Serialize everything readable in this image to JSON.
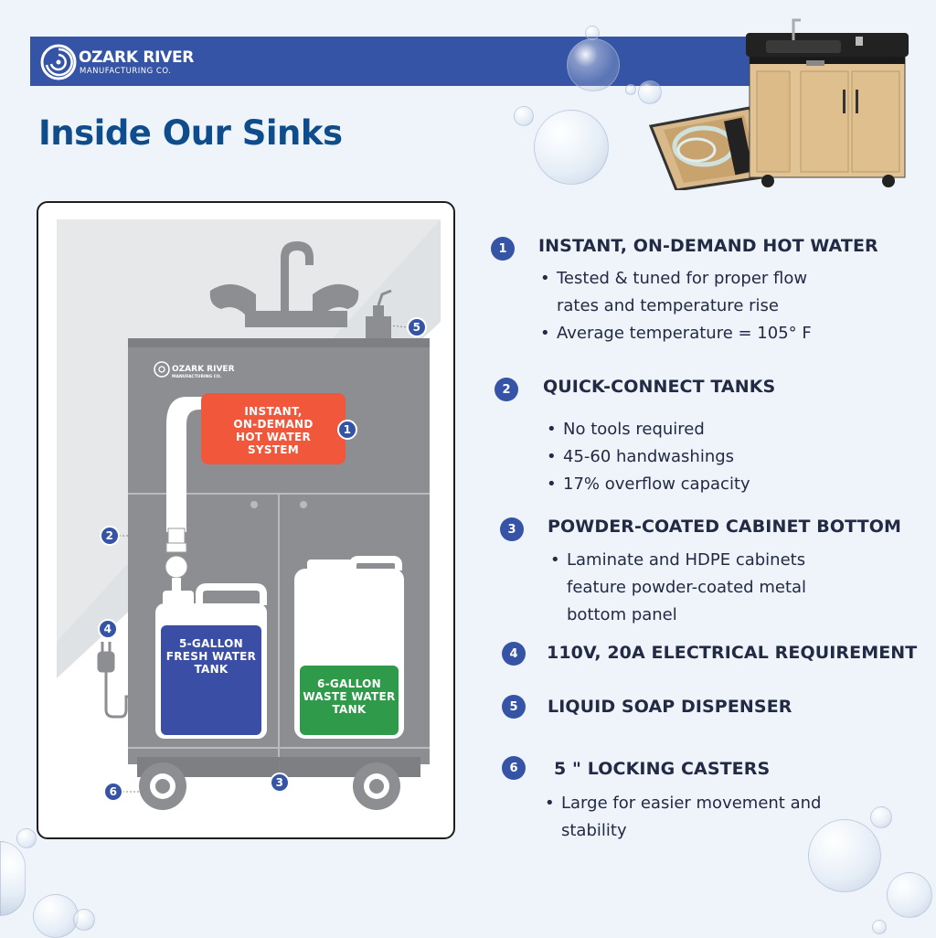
{
  "brand": {
    "name_line1": "OZARK RIVER",
    "name_line2": "MANUFACTURING CO."
  },
  "page_title": "Inside Our Sinks",
  "colors": {
    "header_blue": "#3654a5",
    "title_blue": "#0f4c8c",
    "callout_orange": "#f0573b",
    "fresh_tank_blue": "#3a4ea5",
    "waste_tank_green": "#2f9a4a",
    "cabinet_gray": "#8c8e91"
  },
  "diagram": {
    "heater_label": [
      "INSTANT,",
      "ON-DEMAND",
      "HOT WATER",
      "SYSTEM"
    ],
    "fresh_tank_label": [
      "5-GALLON",
      "FRESH WATER",
      "TANK"
    ],
    "waste_tank_label": [
      "6-GALLON",
      "WASTE WATER",
      "TANK"
    ],
    "markers": [
      "1",
      "2",
      "3",
      "4",
      "5",
      "6"
    ],
    "cabinet_logo_line1": "OZARK RIVER",
    "cabinet_logo_line2": "MANUFACTURING CO."
  },
  "features": [
    {
      "num": "1",
      "title": "INSTANT, ON-DEMAND HOT WATER",
      "bullets": [
        [
          "Tested & tuned for proper flow",
          "rates and temperature rise"
        ],
        [
          "Average temperature = 105° F"
        ]
      ]
    },
    {
      "num": "2",
      "title": "QUICK-CONNECT TANKS",
      "bullets": [
        [
          "No tools required"
        ],
        [
          "45-60 handwashings"
        ],
        [
          "17% overflow capacity"
        ]
      ]
    },
    {
      "num": "3",
      "title": "POWDER-COATED CABINET BOTTOM",
      "bullets": [
        [
          "Laminate and HDPE cabinets",
          "feature powder-coated metal",
          "bottom panel"
        ]
      ]
    },
    {
      "num": "4",
      "title": "110V, 20A ELECTRICAL REQUIREMENT",
      "bullets": []
    },
    {
      "num": "5",
      "title": "LIQUID SOAP DISPENSER",
      "bullets": []
    },
    {
      "num": "6",
      "title": "5 \" LOCKING CASTERS",
      "bullets": [
        [
          "Large for easier movement and",
          "stability"
        ]
      ]
    }
  ],
  "icons": {
    "logo": "swirl-logo-icon",
    "bullet": "•"
  }
}
